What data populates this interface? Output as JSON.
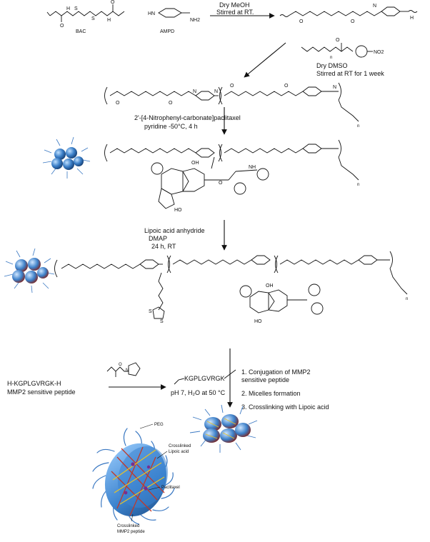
{
  "step1": {
    "reagent_a": "BAC",
    "reagent_b": "AMPD",
    "condition_1": "Dry MeOH",
    "condition_2": "Stirred at RT.",
    "atoms": {
      "H": "H",
      "N": "N",
      "O": "O",
      "S": "S",
      "NH2": "NH2",
      "NO2": "NO2",
      "n": "n"
    }
  },
  "step2": {
    "condition_1": "Dry DMSO",
    "condition_2": "Stirred at RT for 1 week"
  },
  "step3": {
    "reagent": "2'-[4-Nitrophenyl-carbonate]paclitaxel",
    "condition": "pyridine  -50°C, 4 h"
  },
  "step4": {
    "reagent": "Lipoic acid anhydride",
    "catalyst": "DMAP",
    "condition": "24 h, RT"
  },
  "step5": {
    "peptide": "H-KGPLGVRGK-H",
    "peptide_label": "MMP2 sensitive peptide",
    "product_peptide": "KGPLGVRGK",
    "condition": "pH 7, H₂O at 50 °C",
    "steps": [
      "1.  Conjugation of MMP2",
      "     sensitive peptide",
      "2.  Micelles formation",
      "3.  Crosslinking with Lipoic acid"
    ]
  },
  "micelle_labels": {
    "peg": "PEG",
    "lipoic_1": "Crosslinked",
    "lipoic_2": "Lipoic acid",
    "paclitaxel": "Paclitaxel",
    "mmp2_1": "Crosslinked",
    "mmp2_2": "MMP2 peptide"
  },
  "colors": {
    "micelle_blue": "#2f6fb5",
    "micelle_light": "#7fb3e6",
    "crosslink_red": "#c0392b",
    "crosslink_yellow": "#e6c229",
    "drug_purple": "#7a2d8f",
    "peg_tail": "#3a78c2"
  }
}
